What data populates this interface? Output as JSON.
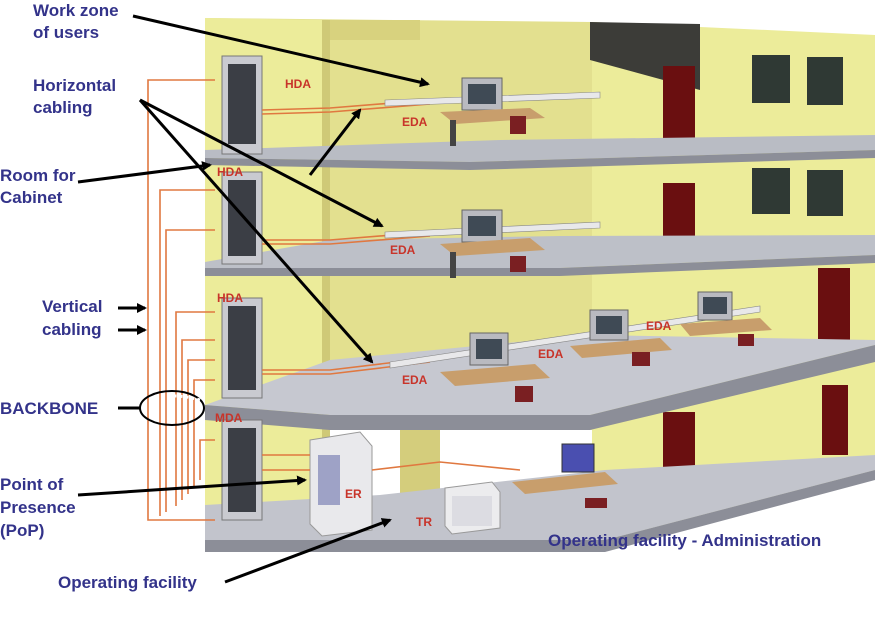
{
  "colors": {
    "label_text": "#33338a",
    "tag_text": "#c8342a",
    "wall_yellow": "#ecec9a",
    "wall_yellow_dark": "#d8d27e",
    "floor_grey": "#b9bcc4",
    "slab_grey": "#9a9ca6",
    "cable_orange": "#e07840",
    "door_red": "#6a0f10",
    "window_dark": "#2f3934"
  },
  "labels": {
    "work_zone": [
      "Work zone",
      "of users"
    ],
    "horizontal": [
      "Horizontal",
      "cabling"
    ],
    "room_cabinet": [
      "Room for",
      "Cabinet"
    ],
    "vertical": [
      "Vertical",
      "cabling"
    ],
    "backbone": "BACKBONE",
    "pop": [
      "Point of",
      "Presence",
      "(PoP)"
    ],
    "op_facility": "Operating facility",
    "op_admin": "Operating facility - Administration"
  },
  "tags": {
    "hda_1": "HDA",
    "hda_2": "HDA",
    "hda_3": "HDA",
    "mda": "MDA",
    "eda_1": "EDA",
    "eda_2": "EDA",
    "eda_3": "EDA",
    "eda_4": "EDA",
    "eda_5": "EDA",
    "er": "ER",
    "tr": "TR"
  }
}
